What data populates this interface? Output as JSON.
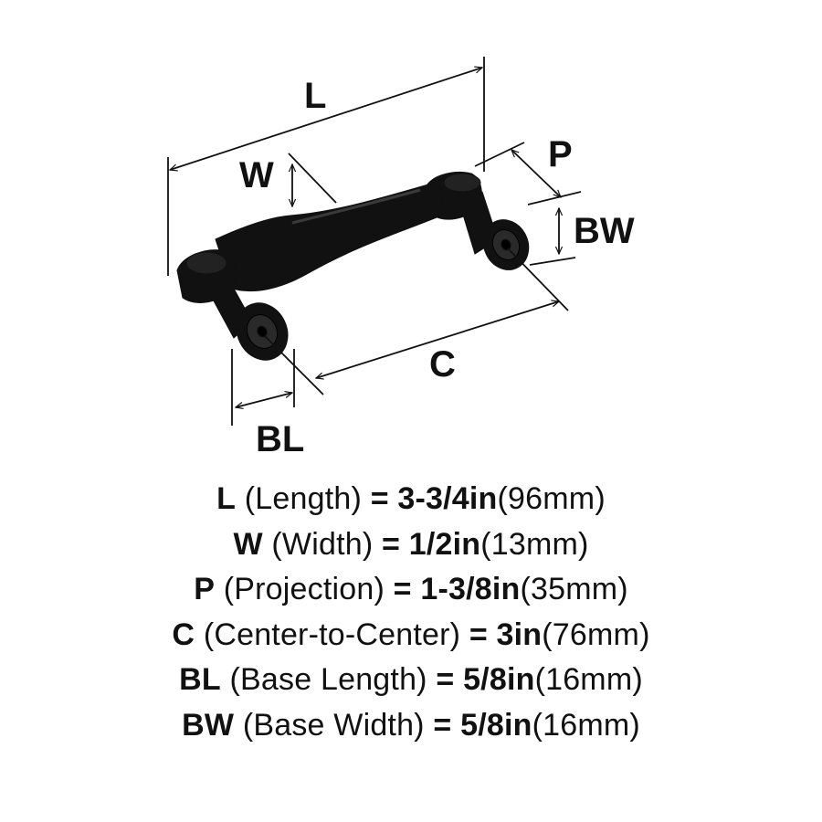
{
  "diagram": {
    "labels": {
      "L": "L",
      "W": "W",
      "P": "P",
      "BW": "BW",
      "C": "C",
      "BL": "BL"
    },
    "colors": {
      "hardware": "#111111",
      "lines": "#111111"
    }
  },
  "specs": [
    {
      "abbr": "L",
      "name": "(Length)",
      "eq": "=",
      "imperial": "3-3/4in",
      "metric": "(96mm)"
    },
    {
      "abbr": "W",
      "name": "(Width)",
      "eq": "=",
      "imperial": "1/2in",
      "metric": "(13mm)"
    },
    {
      "abbr": "P",
      "name": "(Projection)",
      "eq": "=",
      "imperial": "1-3/8in",
      "metric": "(35mm)"
    },
    {
      "abbr": "C",
      "name": "(Center-to-Center)",
      "eq": "=",
      "imperial": "3in",
      "metric": "(76mm)"
    },
    {
      "abbr": "BL",
      "name": "(Base Length)",
      "eq": "=",
      "imperial": "5/8in",
      "metric": "(16mm)"
    },
    {
      "abbr": "BW",
      "name": "(Base Width)",
      "eq": "=",
      "imperial": "5/8in",
      "metric": "(16mm)"
    }
  ]
}
